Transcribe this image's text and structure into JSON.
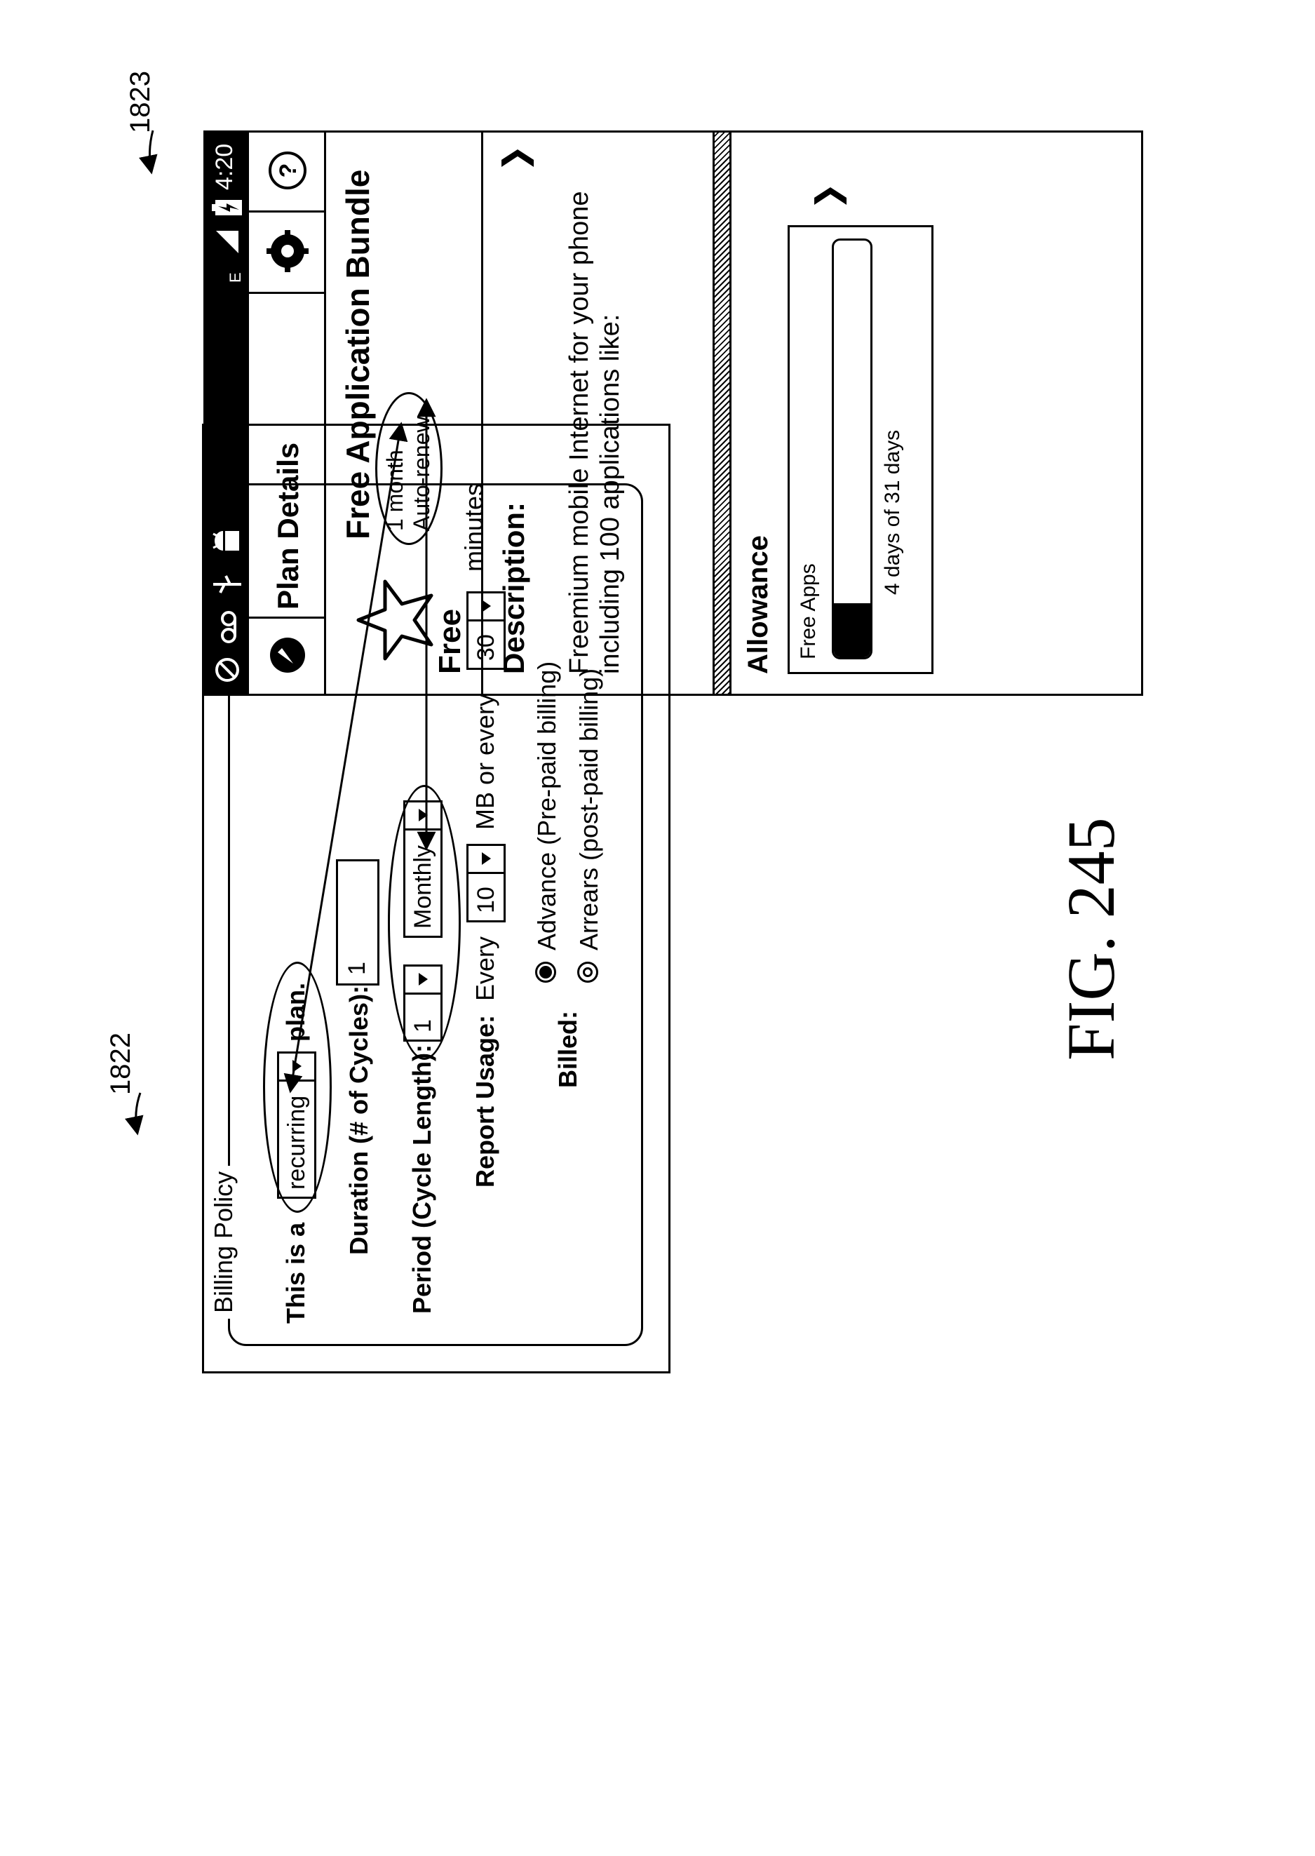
{
  "refs": {
    "billing": "1822",
    "phone": "1823"
  },
  "figure_label": "FIG. 245",
  "billing_policy": {
    "legend": "Billing Policy",
    "plan_prefix": "This is a",
    "plan_type": "recurring",
    "plan_suffix": "plan.",
    "duration_label": "Duration (# of Cycles):",
    "duration_value": "1",
    "period_label": "Period (Cycle Length):",
    "period_count": "1",
    "period_unit": "Monthly",
    "report_label": "Report Usage:",
    "report_every": "Every",
    "report_mb": "10",
    "report_mb_suffix": "MB or every",
    "report_minutes": "30",
    "report_minutes_suffix": "minutes",
    "billed_label": "Billed:",
    "billed_options": [
      {
        "label": "Advance (Pre-paid billing)",
        "selected": true
      },
      {
        "label": "Arrears (post-paid billing)",
        "selected": false
      }
    ]
  },
  "phone": {
    "status_time": "4:20",
    "network": "E",
    "title": "Plan Details",
    "help": "?",
    "bundle_name": "Free Application Bundle",
    "duration_line1": "1 month",
    "duration_line2": "Auto-renew",
    "price": "Free",
    "description_title": "Description:",
    "description_text": "Freemium mobile Internet for your phone including 100 applications like:",
    "allowance_title": "Allowance",
    "allowance_item": "Free Apps",
    "allowance_usage": "4 days of 31 days",
    "allowance_used_fraction": 0.13
  }
}
